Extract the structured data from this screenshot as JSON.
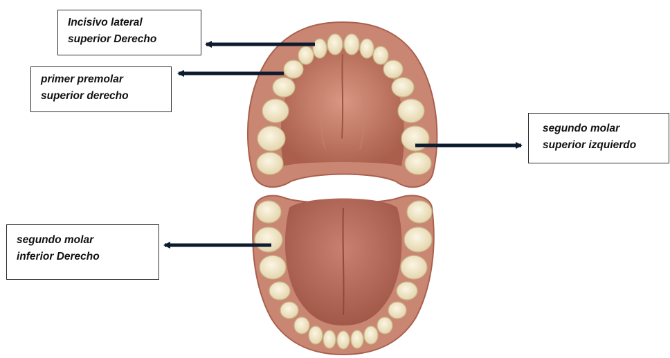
{
  "labels": {
    "upper_lateral_incisor": {
      "line1": "Incisivo lateral",
      "line2": "superior Derecho"
    },
    "upper_first_premolar": {
      "line1": "primer premolar",
      "line2": "superior derecho"
    },
    "upper_second_molar": {
      "line1": "segundo molar",
      "line2": "superior izquierdo"
    },
    "lower_second_molar": {
      "line1": "segundo molar",
      "line2": "inferior Derecho"
    }
  },
  "colors": {
    "gum": "#c98672",
    "gum_dark": "#a9604d",
    "palate": "#b8705c",
    "palate_light": "#cf8c77",
    "tongue": "#b66a58",
    "tooth": "#f4ecd2",
    "tooth_shade": "#d9caa0",
    "arrow": "#0d1b2e"
  }
}
